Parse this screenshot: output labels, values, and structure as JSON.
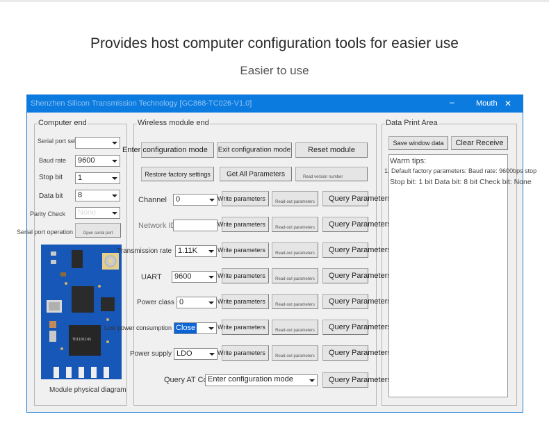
{
  "header": {
    "headline": "Provides host computer configuration tools for easier use",
    "subheadline": "Easier to use"
  },
  "window": {
    "title": "Shenzhen Silicon Transmission Technology [GC868-TC026-V1.0]",
    "minimize_glyph": "–",
    "mouth_label": "Mouth",
    "close_glyph": "✕"
  },
  "computer_end": {
    "group_title": "Computer end",
    "serial_port_label": "Serial port selection",
    "serial_port_value": "",
    "baud_rate_label": "Baud rate",
    "baud_rate_value": "9600",
    "stop_bit_label": "Stop bit",
    "stop_bit_value": "1",
    "data_bit_label": "Data bit",
    "data_bit_value": "8",
    "parity_check_label": "Parity Check",
    "parity_check_value": "None",
    "serial_op_label": "Serial port operation",
    "serial_op_button": "Open serial port",
    "module_caption": "Module physical diagram",
    "module_chip_text": "TD1101C4S"
  },
  "wireless": {
    "group_title": "Wireless module end",
    "enter_config": "Enter configuration mode",
    "exit_config": "Exit configuration mode",
    "reset_module": "Reset module",
    "restore_factory": "Restore factory settings",
    "get_all": "Get All Parameters",
    "read_version": "Read version number",
    "rows": [
      {
        "label": "Channel",
        "value": "0",
        "write": "Write parameters",
        "read": "Read-out parameters",
        "query": "Query Parameters"
      },
      {
        "label": "Network ID",
        "value": "",
        "write": "Write parameters",
        "read": "Read-out parameters",
        "query": "Query Parameters"
      },
      {
        "label": "Transmission rate",
        "value": "1.11K",
        "write": "Write parameters",
        "read": "Read-out parameters",
        "query": "Query Parameters"
      },
      {
        "label": "UART",
        "value": "9600",
        "write": "Write parameters",
        "read": "Read-out parameters",
        "query": "Query Parameters"
      },
      {
        "label": "Power class",
        "value": "0",
        "write": "Write parameters",
        "read": "Read-out parameters",
        "query": "Query Parameters"
      },
      {
        "label": "Low power consumption",
        "value": "Close",
        "write": "Write parameters",
        "read": "Read-out parameters",
        "query": "Query Parameters"
      },
      {
        "label": "Power supply mode",
        "value": "LDO",
        "write": "Write parameters",
        "read": "Read-out parameters",
        "query": "Query Parameters"
      }
    ],
    "at_label": "Query AT Command",
    "at_value": "Enter configuration mode",
    "at_query": "Query Parameters"
  },
  "data_print": {
    "group_title": "Data Print Area",
    "save_button": "Save window data",
    "clear_button": "Clear Receive",
    "line1": "1. Default factory parameters: Baud rate: 9600bps stop",
    "warm_tips": "Warm tips:",
    "line2": "Stop bit: 1 bit Data bit: 8 bit Check bit: None"
  },
  "colors": {
    "title_bar": "#0b7be0",
    "window_bg": "#f0f0f0",
    "selection": "#0b63d6",
    "pcb": "#1757b8"
  }
}
